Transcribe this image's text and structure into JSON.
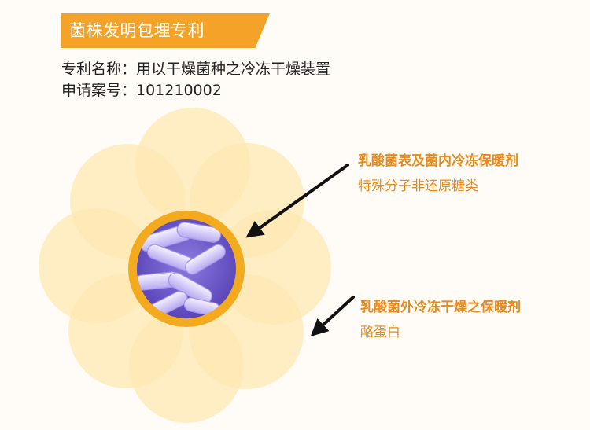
{
  "header": {
    "banner_title": "菌株发明包埋专利"
  },
  "patent": {
    "name_line": "专利名称：用以干燥菌种之冷冻干燥装置",
    "number_line": "申请案号：101210002"
  },
  "annotations": [
    {
      "title": "乳酸菌表及菌内冷冻保暖剂",
      "subtitle": "特殊分子非还原糖类"
    },
    {
      "title": "乳酸菌外冷冻干燥之保暖剂",
      "subtitle": "酪蛋白"
    }
  ],
  "colors": {
    "banner": "#F5A229",
    "accent_text": "#E8891B",
    "petal": "#FFE7B0",
    "ring": "#F4AA1E",
    "bacteria_bg": "#6B56C9",
    "arrow": "#111111"
  },
  "icons": {
    "bacteria_cluster": "bacteria-cluster-icon",
    "arrow": "arrow-icon"
  }
}
